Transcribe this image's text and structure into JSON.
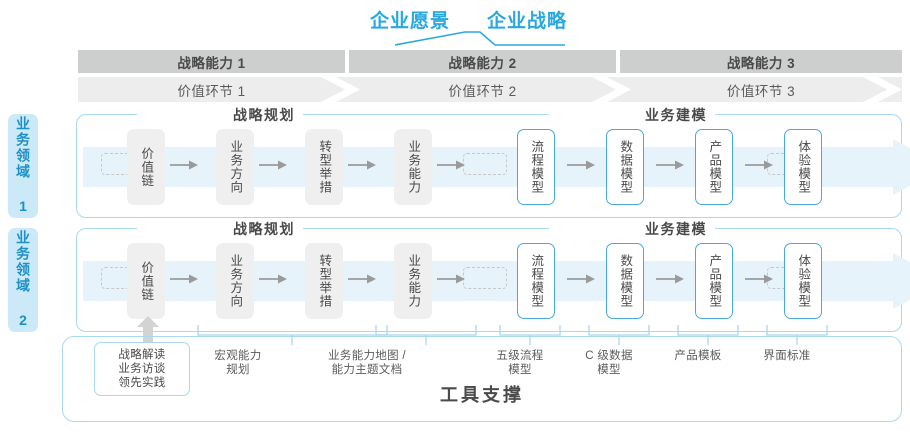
{
  "title": {
    "vision": "企业愿景",
    "strategy": "企业战略"
  },
  "capabilities": [
    {
      "label": "战略能力 1"
    },
    {
      "label": "战略能力 2"
    },
    {
      "label": "战略能力 3"
    }
  ],
  "value_chain": [
    {
      "label": "价值环节 1"
    },
    {
      "label": "价值环节 2"
    },
    {
      "label": "价值环节 3"
    }
  ],
  "domains": [
    {
      "label": "业务领域 1"
    },
    {
      "label": "业务领域 2"
    }
  ],
  "sections": {
    "planning": "战略规划",
    "modeling": "业务建模"
  },
  "nodes": {
    "planning": [
      {
        "label": "价值链"
      },
      {
        "label": "业务方向"
      },
      {
        "label": "转型举措"
      },
      {
        "label": "业务能力"
      }
    ],
    "modeling": [
      {
        "label": "流程模型"
      },
      {
        "label": "数据模型"
      },
      {
        "label": "产品模型"
      },
      {
        "label": "体验模型"
      }
    ]
  },
  "tool_support": {
    "title": "工具支撑",
    "items": [
      {
        "label": "战略解读\n业务访谈\n领先实践",
        "boxed": true
      },
      {
        "label": "宏观能力\n规划",
        "boxed": false
      },
      {
        "label": "业务能力地图 /\n能力主题文档",
        "boxed": false
      },
      {
        "label": "五级流程\n模型",
        "boxed": false
      },
      {
        "label": "C 级数据\n模型",
        "boxed": false
      },
      {
        "label": "产品模板",
        "boxed": false
      },
      {
        "label": "界面标准",
        "boxed": false
      }
    ]
  },
  "colors": {
    "accent": "#29A8E0",
    "border_blue": "#A9D8EF",
    "node_blue": "#49A9DC",
    "bar_dark": "#CDCFCE",
    "bar_light": "#EDEDED",
    "band_blue": "#E7F3FB",
    "domain_bg": "#CCE9F7",
    "text_gray": "#4A4A4A"
  }
}
